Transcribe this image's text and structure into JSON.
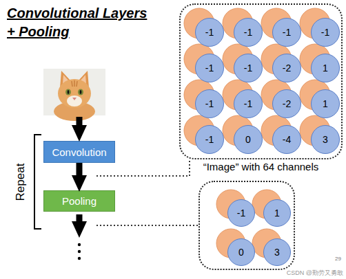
{
  "diagram": {
    "title": "Convolutional Layers + Pooling",
    "nodes": [
      {
        "text": [
          "“Image” with 64 channels"
        ]
      },
      {
        "text": [
          "-1"
        ],
        "in": 0
      },
      {
        "text": [
          "-1"
        ],
        "in": 0
      },
      {
        "text": [
          "-1"
        ],
        "in": 0
      },
      {
        "text": [
          "-1"
        ],
        "in": 0
      },
      {
        "text": [
          "-1"
        ],
        "in": 0
      },
      {
        "text": [
          "-1"
        ],
        "in": 0
      },
      {
        "text": [
          "-2"
        ],
        "in": 0
      },
      {
        "text": [
          "1"
        ],
        "in": 0
      },
      {
        "text": [
          "-1"
        ],
        "in": 0
      },
      {
        "text": [
          "-1"
        ],
        "in": 0
      },
      {
        "text": [
          "-2"
        ],
        "in": 0
      },
      {
        "text": [
          "1"
        ],
        "in": 0
      },
      {
        "text": [
          "-1"
        ],
        "in": 0
      },
      {
        "text": [
          "0"
        ],
        "in": 0
      },
      {
        "text": [
          "-4"
        ],
        "in": 0
      },
      {
        "text": [
          "3"
        ],
        "in": 0
      },
      {
        "text": [
          "Convolution"
        ]
      },
      {
        "text": [
          "Pooling"
        ]
      },
      {
        "text": []
      },
      {
        "text": [
          "-1"
        ],
        "in": 19
      },
      {
        "text": [
          "1"
        ],
        "in": 19
      },
      {
        "text": [
          "0"
        ],
        "in": 19
      },
      {
        "text": [
          "3"
        ],
        "in": 19
      }
    ],
    "edges": [
      {
        "from": 17,
        "to": 18,
        "arrow": "to"
      }
    ],
    "labels": [
      "Repeat",
      "29",
      "CSDN @勤劳又勇敢"
    ]
  }
}
